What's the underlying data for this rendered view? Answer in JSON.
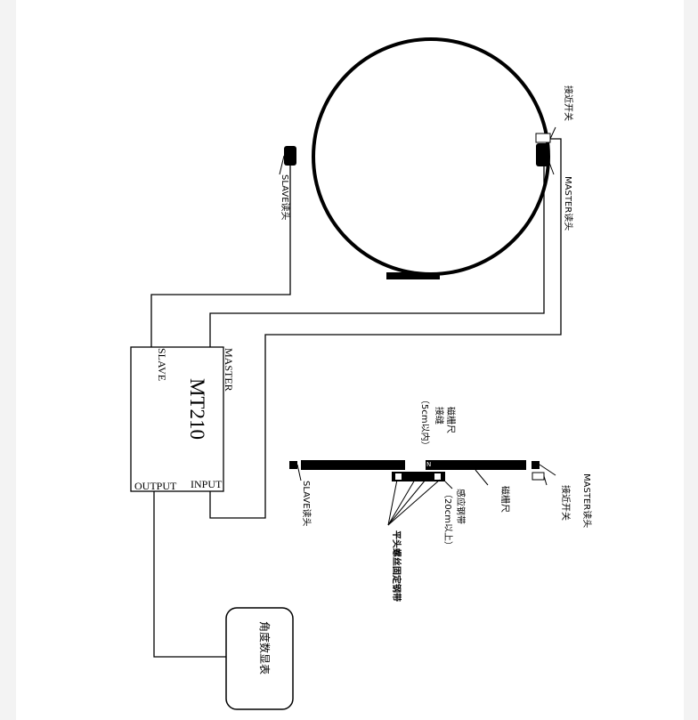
{
  "controller": {
    "model": "MT210",
    "port_master": "MASTER",
    "port_slave": "SLAVE",
    "port_output": "OUTPUT",
    "port_input": "INPUT"
  },
  "ring_view": {
    "proximity_switch": "接近开关",
    "master_head": "MASTER读头",
    "slave_head": "SLAVE读头"
  },
  "linear_view": {
    "seam": "磁栅尺\n接缝",
    "seam_note": "（5cm以内）",
    "magnetic_scale": "磁栅尺",
    "sensing_strip": "感应钢带",
    "strip_note": "（20cm以上）",
    "screws": "平头螺丝固定钢带",
    "master_head": "MASTER读头",
    "proximity_switch": "接近开关",
    "slave_head": "SLAVE读头",
    "marker_n": "N"
  },
  "display": {
    "label": "角度数显表"
  }
}
